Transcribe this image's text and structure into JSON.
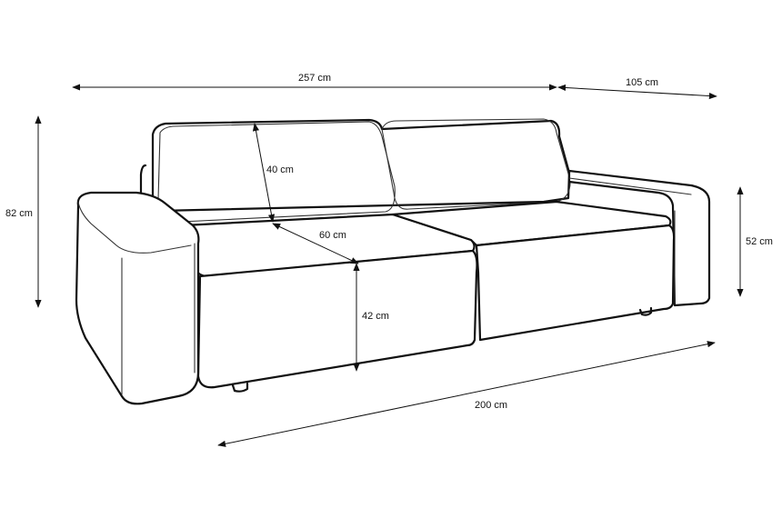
{
  "dimensions": {
    "total_width": "257 cm",
    "depth": "105 cm",
    "total_height": "82 cm",
    "armrest_height": "52 cm",
    "backrest_height": "40 cm",
    "seat_depth": "60 cm",
    "seat_height": "42 cm",
    "seat_width": "200 cm"
  },
  "colors": {
    "line": "#111111",
    "background": "#ffffff"
  }
}
